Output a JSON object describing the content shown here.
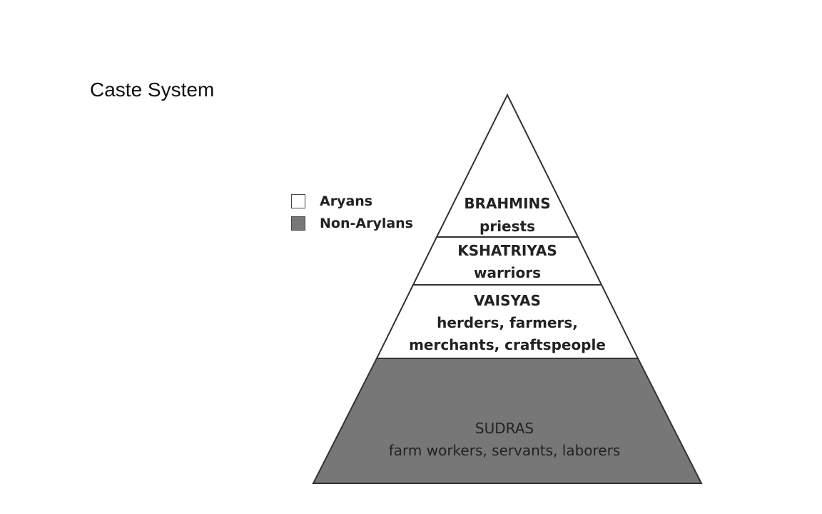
{
  "title": "Caste System",
  "legend": {
    "items": [
      {
        "label": "Aryans",
        "color": "#ffffff"
      },
      {
        "label": "Non-Arylans",
        "color": "#777777"
      }
    ]
  },
  "pyramid": {
    "tiers": [
      {
        "name": "BRAHMINS",
        "lines": [
          "priests"
        ],
        "group": "Aryans"
      },
      {
        "name": "KSHATRIYAS",
        "lines": [
          "warriors"
        ],
        "group": "Aryans"
      },
      {
        "name": "VAISYAS",
        "lines": [
          "herders, farmers,",
          "merchants, craftspeople"
        ],
        "group": "Aryans"
      },
      {
        "name": "SUDRAS",
        "lines": [
          "farm workers, servants, laborers"
        ],
        "group": "Non-Aryans"
      }
    ],
    "colors": {
      "aryan": "#ffffff",
      "non_aryan": "#777777",
      "outline": "#333333"
    }
  }
}
